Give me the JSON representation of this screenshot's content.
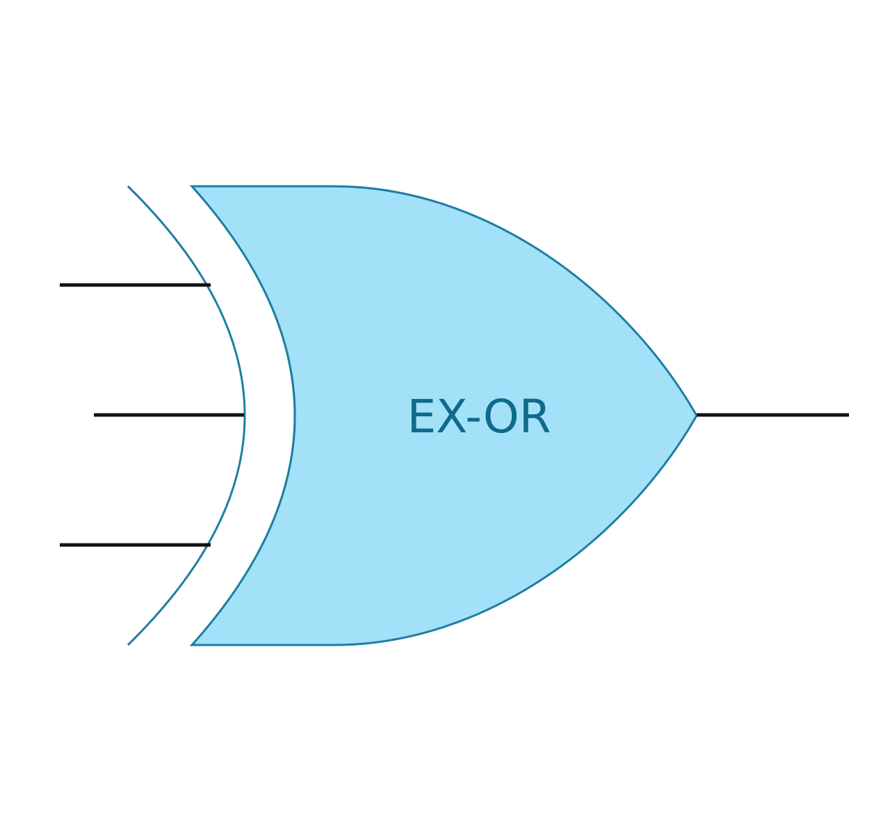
{
  "gate": {
    "label": "EX-OR",
    "type": "xor-gate",
    "input_count": 3,
    "output_count": 1
  },
  "colors": {
    "background": "#ffffff",
    "gate_fill": "#a2e1f8",
    "gate_stroke": "#1d7ea1",
    "label_text": "#0f6a8c",
    "wire": "#111111"
  }
}
